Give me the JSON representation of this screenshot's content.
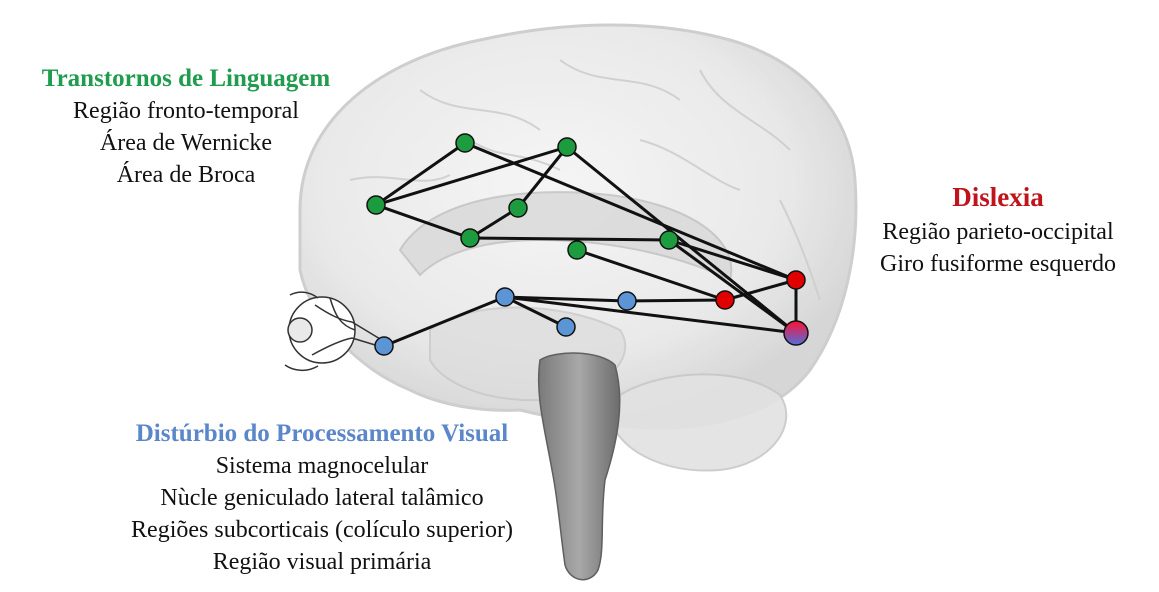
{
  "colors": {
    "language": "#1f9c4e",
    "dyslexia": "#c0141c",
    "visual": "#5b86c9",
    "node_green": "#1d9b3f",
    "node_red": "#e00000",
    "node_blue": "#5b95d6",
    "edge": "#111111"
  },
  "language": {
    "title": "Transtornos de Linguagem",
    "lines": [
      "Região fronto-temporal",
      "Área de Wernicke",
      "Área de Broca"
    ]
  },
  "dyslexia": {
    "title": "Dislexia",
    "lines": [
      "Região parieto-occipital",
      "Giro fusiforme esquerdo"
    ]
  },
  "visual": {
    "title": "Distúrbio do Processamento Visual",
    "lines": [
      "Sistema magnocelular",
      "Nùcle geniculado lateral talâmico",
      "Regiões subcorticais (colículo superior)",
      "Região visual primária"
    ]
  },
  "icons": {
    "brain": "brain-illustration",
    "eye": "eye-illustration"
  }
}
